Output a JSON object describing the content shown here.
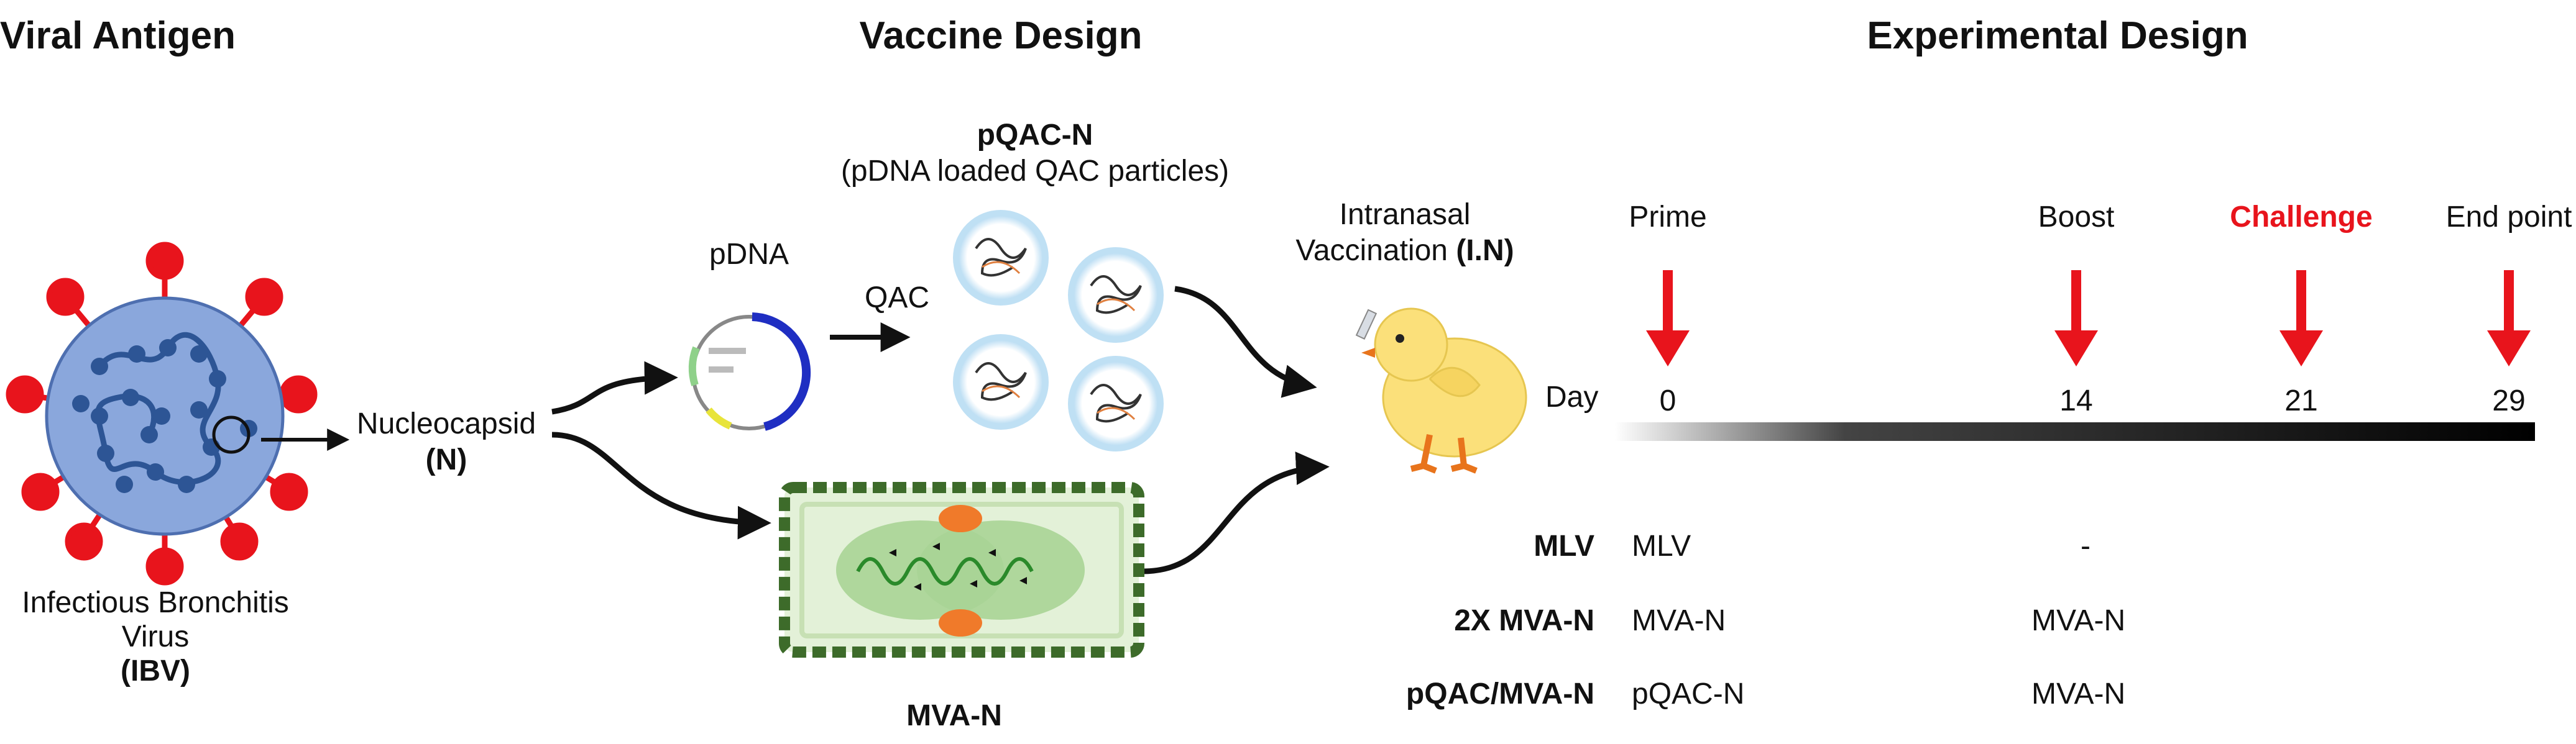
{
  "sections": {
    "viral_antigen": "Viral Antigen",
    "vaccine_design": "Vaccine Design",
    "experimental_design": "Experimental Design"
  },
  "virus": {
    "name_line1": "Infectious Bronchitis",
    "name_line2": "Virus",
    "abbrev": "(IBV)"
  },
  "nucleocapsid": {
    "name": "Nucleocapsid",
    "abbrev": "(N)"
  },
  "pdna": {
    "label": "pDNA"
  },
  "qac": {
    "label": "QAC"
  },
  "pqac_n": {
    "title": "pQAC-N",
    "subtitle": "(pDNA loaded QAC particles)"
  },
  "mva_n": {
    "label": "MVA-N"
  },
  "vaccination": {
    "line1": "Intranasal",
    "line2": "Vaccination",
    "abbrev": "(I.N)"
  },
  "timeline": {
    "day_label": "Day",
    "events": [
      {
        "label": "Prime",
        "day": "0",
        "highlight": false
      },
      {
        "label": "Boost",
        "day": "14",
        "highlight": false
      },
      {
        "label": "Challenge",
        "day": "21",
        "highlight": true
      },
      {
        "label": "End point",
        "day": "29",
        "highlight": false
      }
    ]
  },
  "groups": [
    {
      "name": "MLV",
      "prime": "MLV",
      "boost": "-"
    },
    {
      "name": "2X MVA-N",
      "prime": "MVA-N",
      "boost": "MVA-N"
    },
    {
      "name": "pQAC/MVA-N",
      "prime": "pQAC-N",
      "boost": "MVA-N"
    }
  ],
  "colors": {
    "arrow_red": "#e8141c",
    "challenge_text": "#e8141c",
    "virus_body": "#8aa7dc",
    "virus_rna": "#2d5595",
    "spike": "#e8141c",
    "cell_fill": "#cfe6c0",
    "cell_border": "#3d6b2a",
    "nucleus_orange": "#f07a2a",
    "plasmid_blue": "#1f2ec2",
    "qac_halo": "#b9dcf2",
    "chick_yellow": "#fbe07a"
  }
}
